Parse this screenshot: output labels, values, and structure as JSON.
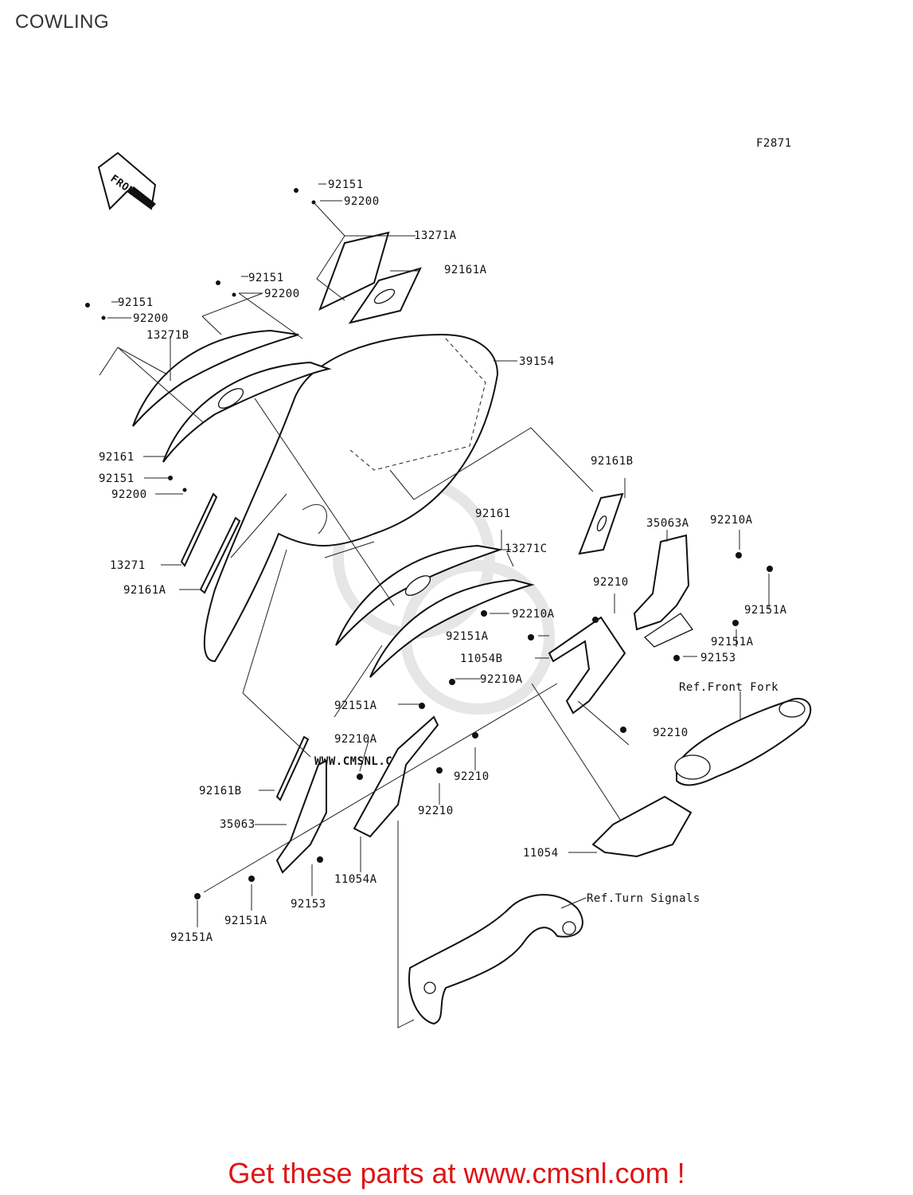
{
  "page_title": "COWLING",
  "figure_code": "F2871",
  "front_label": "FRONT",
  "watermark": "WWW.CMSNL.COM",
  "promo_text": "Get these parts at www.cmsnl.com !",
  "refs": {
    "front_fork": "Ref.Front Fork",
    "turn_signals": "Ref.Turn Signals"
  },
  "callouts": [
    "92151",
    "92200",
    "13271A",
    "92161A",
    "92151",
    "92200",
    "92151",
    "92200",
    "13271B",
    "39154",
    "92161",
    "92151",
    "92200",
    "13271",
    "92161A",
    "92161B",
    "35063A",
    "92210A",
    "92161",
    "13271C",
    "92210",
    "92210A",
    "92151A",
    "92151A",
    "92151A",
    "11054B",
    "92153",
    "92210A",
    "92151A",
    "92210",
    "92210A",
    "92210",
    "92210",
    "92161B",
    "35063",
    "11054",
    "11054A",
    "92153",
    "92151A",
    "92151A"
  ]
}
